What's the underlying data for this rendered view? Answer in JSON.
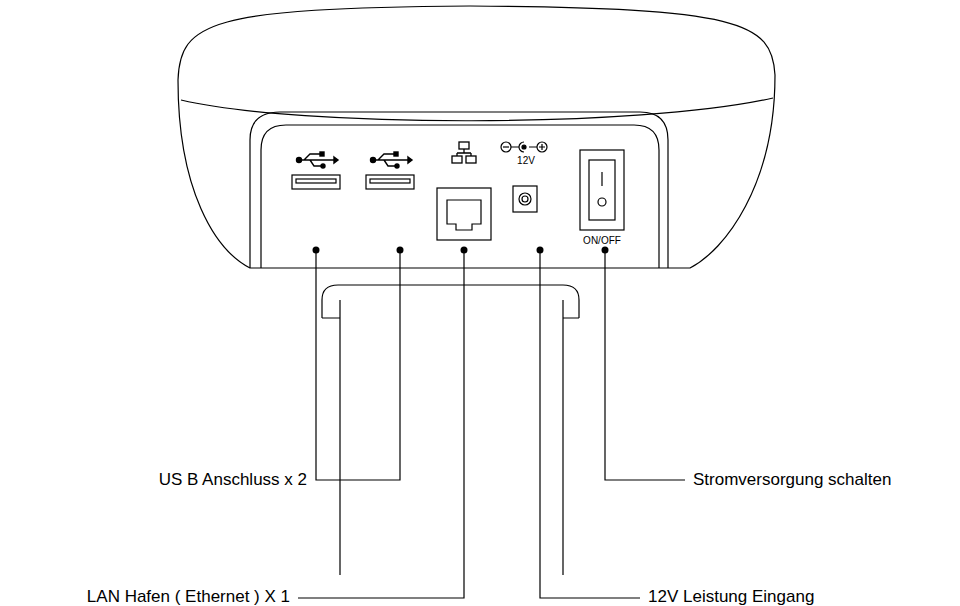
{
  "diagram": {
    "labels": [
      "12V",
      "ON/OFF",
      "US B Anschluss x 2",
      "Stromversorgung schalten",
      "LAN Hafen ( Ethernet ) X 1",
      "12V Leistung Eingang"
    ]
  }
}
